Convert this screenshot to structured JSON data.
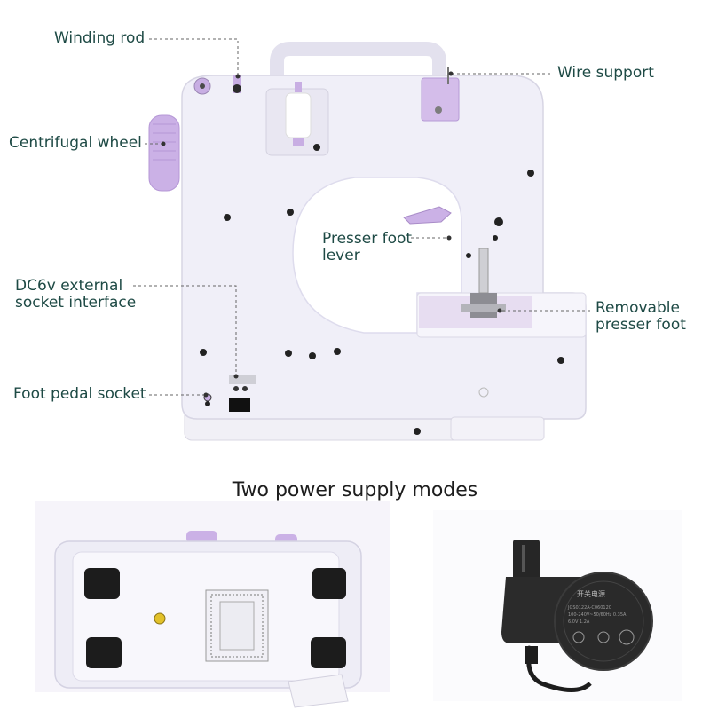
{
  "labels": {
    "winding_rod": "Winding rod",
    "wire_support": "Wire support",
    "centrifugal_wheel": "Centrifugal wheel",
    "presser_foot_lever_1": "Presser foot",
    "presser_foot_lever_2": "lever",
    "dc_socket_1": "DC6v external",
    "dc_socket_2": "socket interface",
    "removable_presser_1": "Removable",
    "removable_presser_2": "presser foot",
    "foot_pedal_socket": "Foot pedal socket"
  },
  "caption": "Two power supply modes",
  "colors": {
    "label_text": "#1e4a45",
    "machine_body": "#eceaf6",
    "accent_lilac": "#c8aee3",
    "adapter": "#2a2a2a"
  }
}
